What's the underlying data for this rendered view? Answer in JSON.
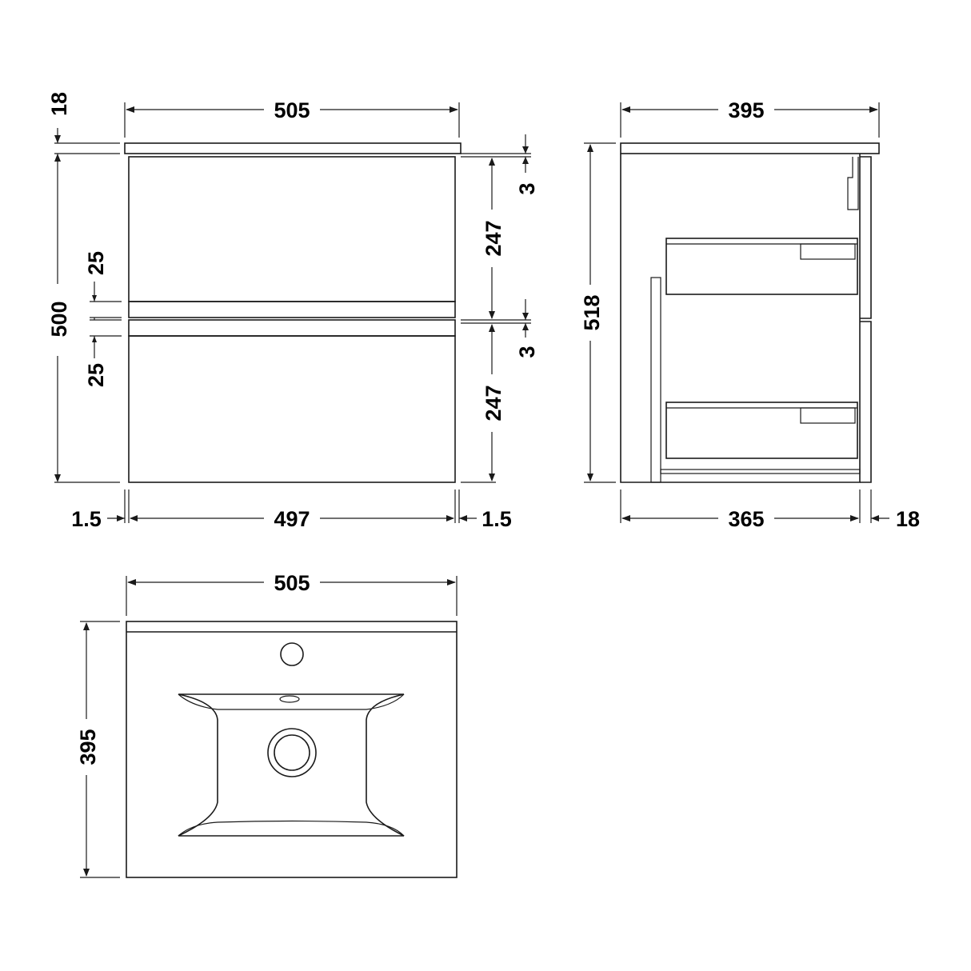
{
  "front_view": {
    "overall_width": "505",
    "worktop_thickness": "18",
    "total_height": "500",
    "top_gap": "3",
    "mid_gap": "3",
    "drawer_front_height_top": "247",
    "drawer_front_height_bottom": "247",
    "handle_recess_upper": "25",
    "handle_recess_lower": "25",
    "side_gap_left": "1.5",
    "inner_width": "497",
    "side_gap_right": "1.5"
  },
  "side_view": {
    "overall_depth": "395",
    "total_height": "518",
    "carcass_depth": "365",
    "front_thickness": "18"
  },
  "top_view": {
    "basin_width": "505",
    "basin_depth": "395"
  },
  "colors": {
    "line": "#1a1a1a",
    "text": "#000000",
    "background": "#ffffff"
  }
}
